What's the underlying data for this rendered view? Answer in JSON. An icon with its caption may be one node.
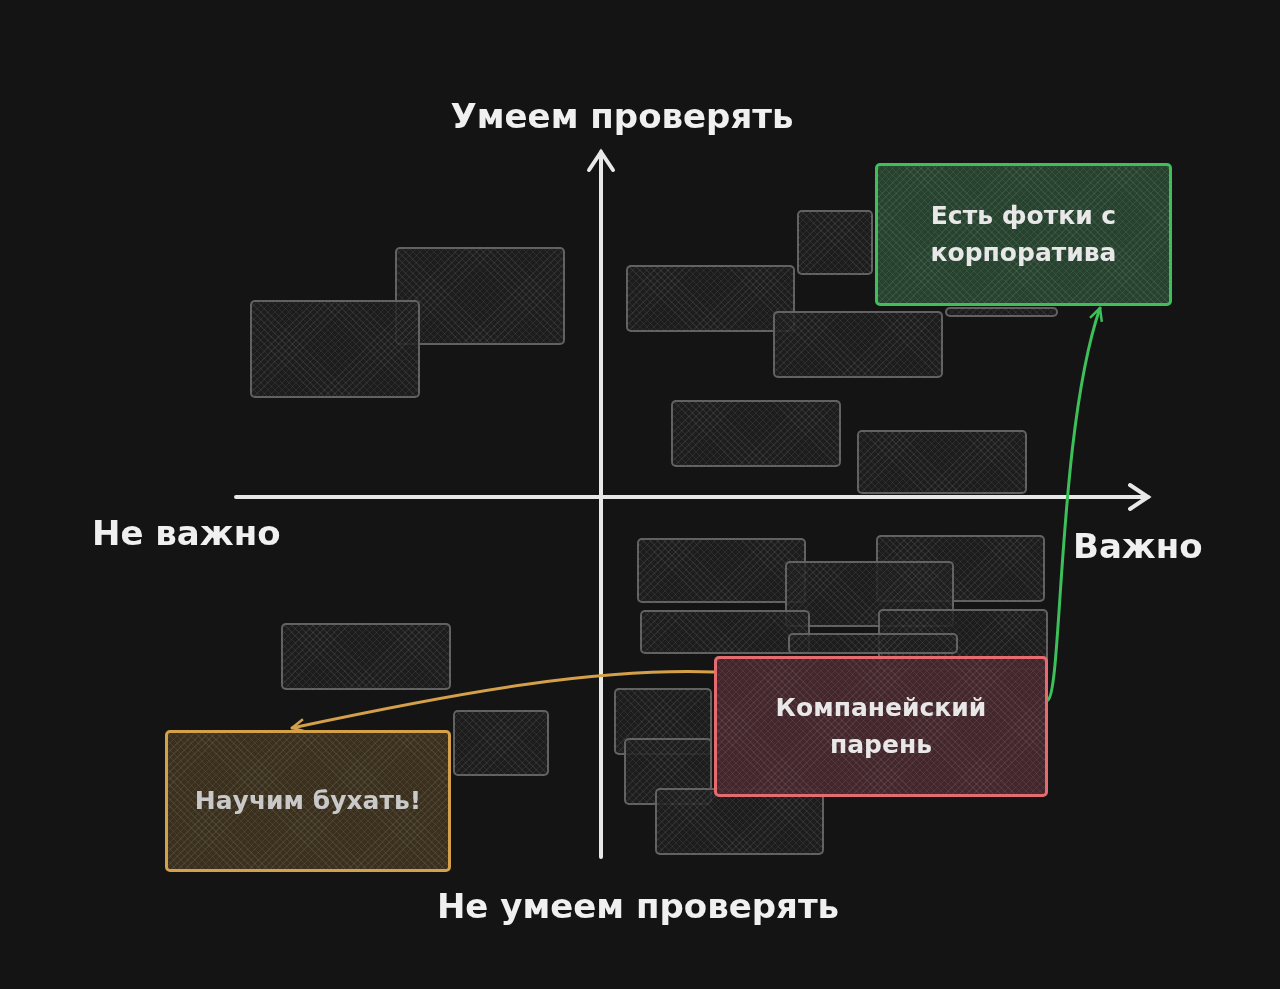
{
  "diagram": {
    "nodes": [
      {
        "text": [
          "Есть фотки с корпоратива"
        ]
      },
      {
        "text": [],
        "shape": "box"
      },
      {
        "text": [],
        "shape": "box"
      },
      {
        "text": [],
        "shape": "box"
      },
      {
        "text": [],
        "shape": "box"
      },
      {
        "text": [],
        "shape": "box"
      },
      {
        "text": [],
        "shape": "box"
      },
      {
        "text": [],
        "shape": "box"
      },
      {
        "text": [],
        "shape": "box"
      },
      {
        "text": [],
        "shape": "box"
      },
      {
        "text": [],
        "shape": "box"
      },
      {
        "text": [],
        "shape": "box"
      },
      {
        "text": [],
        "shape": "box"
      },
      {
        "text": [],
        "shape": "box"
      },
      {
        "text": [],
        "shape": "box"
      },
      {
        "text": [],
        "shape": "box"
      },
      {
        "text": [
          "Компанейский парень"
        ]
      },
      {
        "text": [],
        "shape": "box"
      },
      {
        "text": [],
        "shape": "box"
      },
      {
        "text": [
          "Научим бухать!"
        ]
      },
      {
        "text": [],
        "shape": "box"
      },
      {
        "text": [],
        "shape": "box"
      }
    ],
    "edges": [
      {
        "from": 16,
        "to": 0,
        "arrow": "to",
        "color": "#3dbf5a"
      },
      {
        "from": 16,
        "to": 19,
        "arrow": "to",
        "color": "#d4a04a"
      }
    ],
    "labels": [
      "Умеем проверять",
      "Не важно",
      "Важно",
      "Не умеем проверять"
    ]
  }
}
